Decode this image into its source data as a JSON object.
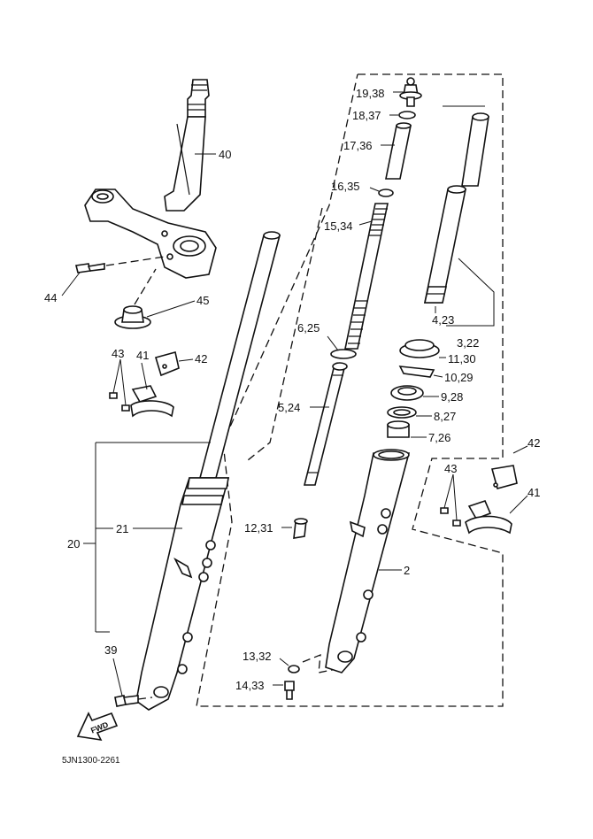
{
  "diagram": {
    "doc_code": "5JN1300-2261",
    "fwd_label": "FWD",
    "callouts": {
      "c40": "40",
      "c44": "44",
      "c45": "45",
      "c43a": "43",
      "c41a": "41",
      "c42a": "42",
      "c20": "20",
      "c21": "21",
      "c39": "39",
      "c1938": "19,38",
      "c1837": "18,37",
      "c1736": "17,36",
      "c1635": "16,35",
      "c1534": "15,34",
      "c625": "6,25",
      "c524": "5,24",
      "c1231": "12,31",
      "c1332": "13,32",
      "c1433": "14,33",
      "c423": "4,23",
      "c322": "3,22",
      "c1130": "11,30",
      "c1029": "10,29",
      "c928": "9,28",
      "c827": "8,27",
      "c726": "7,26",
      "c2": "2",
      "c43b": "43",
      "c42b": "42",
      "c41b": "41"
    }
  }
}
